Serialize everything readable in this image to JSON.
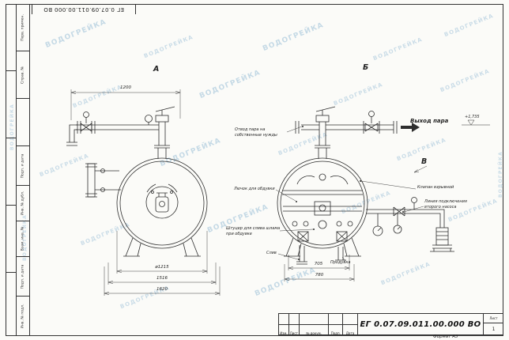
{
  "sheet": {
    "doc_number_top": "ЕГ 0.07.09.011.00.000 ВО",
    "format_label": "Формат А3"
  },
  "frame": {
    "left_labels": [
      "Перв. примен.",
      "Справ. №",
      "",
      "Подп. и дата",
      "Инв. № дубл.",
      "Взам. инв. №",
      "Подп. и дата",
      "Инв. № подл."
    ]
  },
  "title_block": {
    "doc_number": "ЕГ 0.07.09.011.00.000 ВО",
    "columns": {
      "izm": "Изм.",
      "list": "Лист",
      "doc": "№ докум.",
      "sign": "Подп.",
      "date": "Дата"
    },
    "sheet_label": "Лист",
    "sheet_value": "1"
  },
  "views": {
    "a": "А",
    "b": "Б",
    "v": "В"
  },
  "annotations": {
    "steam_outlet": "Выход пара",
    "elevation": "+1,735",
    "steam_own_needs": "Отвод пара на\nсобственные нужды",
    "blow_hatch": "Лючок для обдувки",
    "drain_fitting": "Штуцер для слива шлама\nпри обдувке",
    "explosion_valve": "Клапан взрывной",
    "second_pump_line": "Линия подключения\nвторого насоса",
    "drain": "Слив",
    "blowdown": "Продувка"
  },
  "dimensions": {
    "top_width": "1200",
    "diameter": "ø1215",
    "shell_width": "1516",
    "overall_width": "1620",
    "b_inner": "705",
    "b_outer": "780"
  },
  "watermark": "ВОДОГРЕЙКА"
}
